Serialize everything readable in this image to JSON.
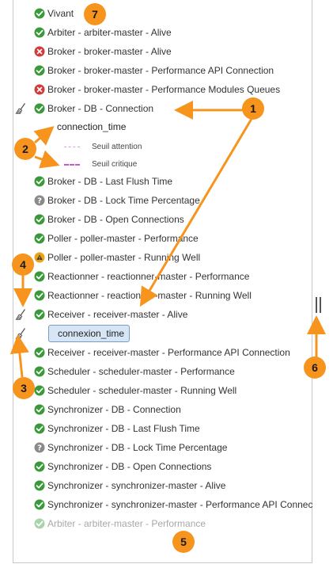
{
  "rows": [
    {
      "label": "Vivant",
      "status": "ok"
    },
    {
      "label": "Arbiter - arbiter-master - Alive",
      "status": "ok"
    },
    {
      "label": "Broker - broker-master - Alive",
      "status": "critical"
    },
    {
      "label": "Broker - broker-master - Performance API Connection",
      "status": "ok"
    },
    {
      "label": "Broker - broker-master - Performance Modules Queues",
      "status": "critical"
    },
    {
      "label": "Broker - DB - Connection",
      "status": "ok"
    },
    {
      "label": "Broker - DB - Last Flush Time",
      "status": "ok"
    },
    {
      "label": "Broker - DB - Lock Time Percentage",
      "status": "unknown"
    },
    {
      "label": "Broker - DB - Open Connections",
      "status": "ok"
    },
    {
      "label": "Poller - poller-master - Performance",
      "status": "ok"
    },
    {
      "label": "Poller - poller-master - Running Well",
      "status": "warning"
    },
    {
      "label": "Reactionner - reactionner-master - Performance",
      "status": "ok"
    },
    {
      "label": "Reactionner - reactionner-master - Running Well",
      "status": "ok"
    },
    {
      "label": "Receiver - receiver-master - Alive",
      "status": "ok"
    },
    {
      "label": "Receiver - receiver-master - Performance API Connection",
      "status": "ok"
    },
    {
      "label": "Scheduler - scheduler-master - Performance",
      "status": "ok"
    },
    {
      "label": "Scheduler - scheduler-master - Running Well",
      "status": "ok"
    },
    {
      "label": "Synchronizer - DB - Connection",
      "status": "ok"
    },
    {
      "label": "Synchronizer - DB - Last Flush Time",
      "status": "ok"
    },
    {
      "label": "Synchronizer - DB - Lock Time Percentage",
      "status": "unknown"
    },
    {
      "label": "Synchronizer - DB - Open Connections",
      "status": "ok"
    },
    {
      "label": "Synchronizer - synchronizer-master - Alive",
      "status": "ok"
    },
    {
      "label": "Synchronizer - synchronizer-master - Performance API Connection",
      "status": "ok"
    },
    {
      "label": "Arbiter - arbiter-master - Performance",
      "status": "ok-dim"
    }
  ],
  "expanded_metric": {
    "name": "connection_time",
    "legend": [
      {
        "label": "Seuil attention",
        "style": "warning"
      },
      {
        "label": "Seuil critique",
        "style": "critical"
      }
    ]
  },
  "selected_metric_chip": {
    "label": "connexion_time"
  },
  "annotations": [
    "1",
    "2",
    "3",
    "4",
    "5",
    "6",
    "7"
  ],
  "colors": {
    "ok": "#3a9a3a",
    "critical": "#d23b3b",
    "warning": "#e8a317",
    "unknown": "#8a8a8a",
    "annotation": "#f7941d",
    "chip_bg": "#d7e6f5"
  },
  "icons": {
    "ok": "check-circle-icon",
    "critical": "x-circle-icon",
    "warning": "warning-triangle-icon",
    "unknown": "question-circle-icon",
    "clear": "broom-icon",
    "splitter": "splitter-handle-icon"
  }
}
